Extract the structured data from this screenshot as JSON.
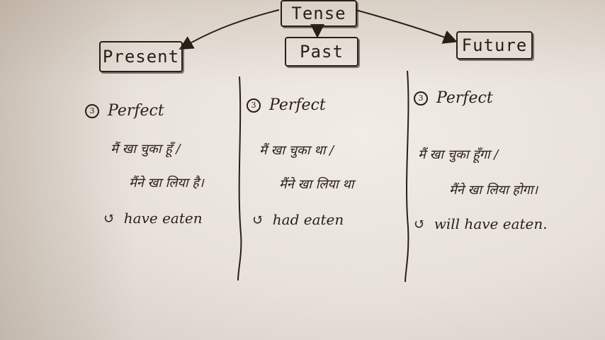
{
  "root": {
    "label": "Tense"
  },
  "branches": {
    "present": {
      "label": "Present",
      "number": "3",
      "heading": "Perfect",
      "hindi_line1": "मैं खा चुका हूँ /",
      "hindi_line2": "मैंने खा लिया है।",
      "bullet": "↺",
      "english": "have eaten"
    },
    "past": {
      "label": "Past",
      "number": "3",
      "heading": "Perfect",
      "hindi_line1": "मैं खा चुका था /",
      "hindi_line2": "मैंने खा लिया था",
      "bullet": "↺",
      "english": "had eaten"
    },
    "future": {
      "label": "Future",
      "number": "3",
      "heading": "Perfect",
      "hindi_line1": "मैं खा चुका हूँगा /",
      "hindi_line2": "मैंने खा लिया होगा।",
      "bullet": "↺",
      "english": "will have eaten."
    }
  }
}
